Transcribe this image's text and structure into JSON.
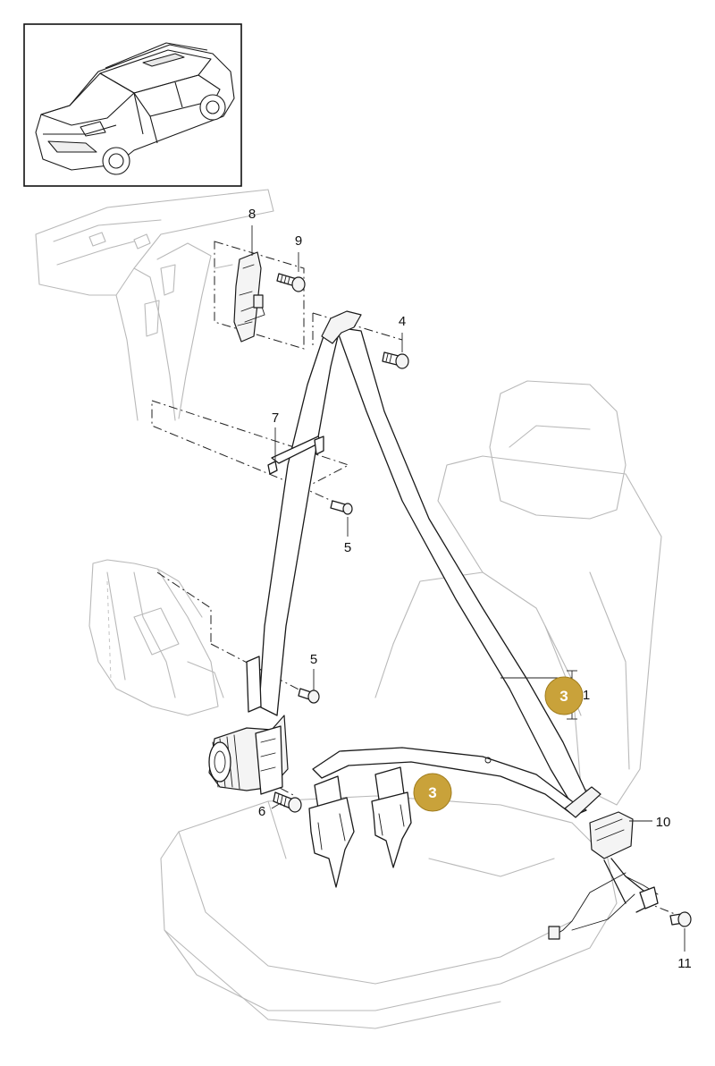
{
  "labels": {
    "belt_assembly": "1",
    "repair_kit_a": "3",
    "repair_kit_b": "3",
    "bolt_upper_anchor": "4",
    "bolt_guide_upper": "5",
    "bolt_guide_lower": "5",
    "bolt_retractor": "6",
    "belt_guide": "7",
    "height_adjuster": "8",
    "bolt_adjuster": "9",
    "buckle": "10",
    "bolt_buckle": "11"
  },
  "colors": {
    "badge": "#c9a23a",
    "line": "#1a1a1a",
    "ghost": "#b9b9b9"
  },
  "icons": {
    "vehicle": "vehicle-thumbnail-icon"
  }
}
